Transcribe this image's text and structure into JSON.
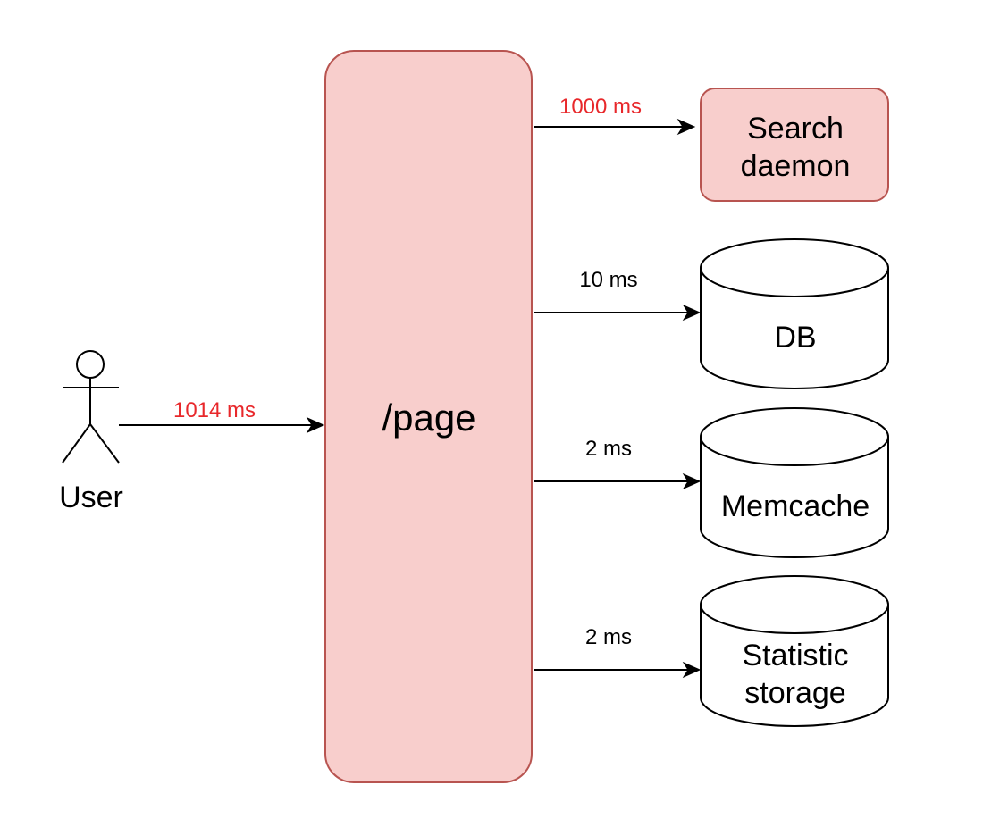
{
  "colors": {
    "service_fill": "#f8cecc",
    "service_stroke": "#b85450",
    "slow_label": "#e8282b",
    "normal_label": "#000000"
  },
  "actor": {
    "label": "User",
    "icon": "person-actor-icon"
  },
  "service": {
    "label": "/page"
  },
  "edges": {
    "user_to_page": "1014 ms",
    "page_to_search": "1000 ms",
    "page_to_db": "10 ms",
    "page_to_memcache": "2 ms",
    "page_to_stats": "2 ms"
  },
  "nodes": {
    "search_daemon": {
      "line1": "Search",
      "line2": "daemon"
    },
    "db": {
      "label": "DB"
    },
    "memcache": {
      "label": "Memcache"
    },
    "statistic_storage": {
      "line1": "Statistic",
      "line2": "storage"
    }
  }
}
